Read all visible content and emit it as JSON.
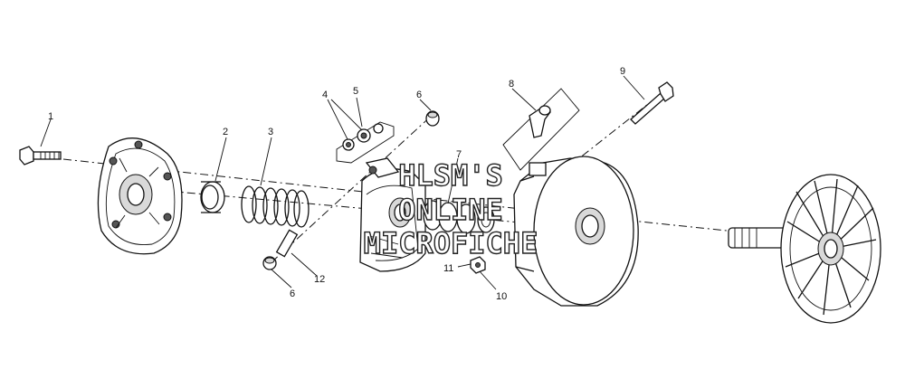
{
  "callouts": [
    {
      "id": "c1",
      "text": "1"
    },
    {
      "id": "c2",
      "text": "2"
    },
    {
      "id": "c3",
      "text": "3"
    },
    {
      "id": "c4",
      "text": "4"
    },
    {
      "id": "c5",
      "text": "5"
    },
    {
      "id": "c6a",
      "text": "6"
    },
    {
      "id": "c6b",
      "text": "6"
    },
    {
      "id": "c7",
      "text": "7"
    },
    {
      "id": "c8",
      "text": "8"
    },
    {
      "id": "c9",
      "text": "9"
    },
    {
      "id": "c10",
      "text": "10"
    },
    {
      "id": "c11",
      "text": "11"
    },
    {
      "id": "c12",
      "text": "12"
    }
  ],
  "watermark": {
    "line1": "HLSM'S",
    "line2": "ONLINE",
    "line3": "MICROFICHE"
  }
}
